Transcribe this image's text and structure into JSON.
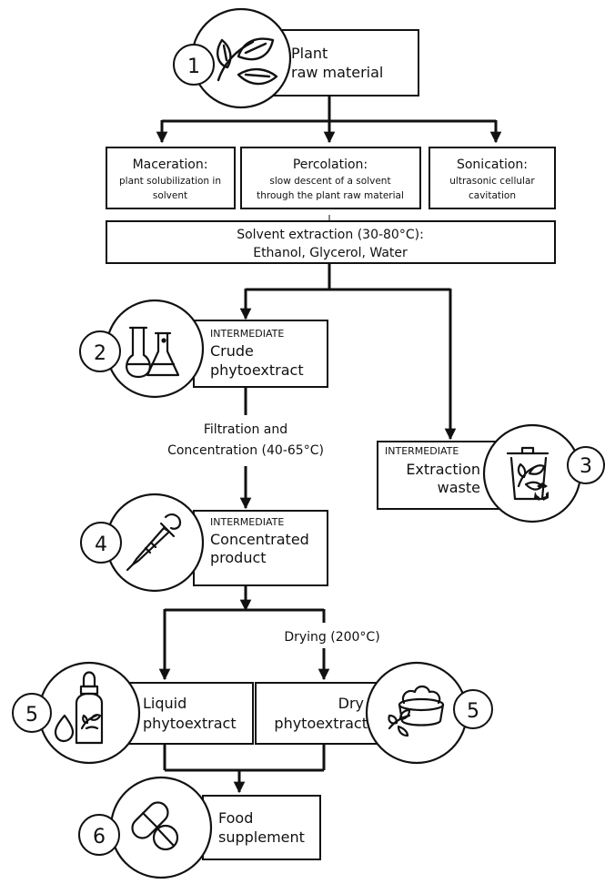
{
  "steps": {
    "plant": {
      "number": "1",
      "line1": "Plant",
      "line2": "raw material"
    },
    "maceration": {
      "title": "Maceration:",
      "line1": "plant solubilization in",
      "line2": "solvent"
    },
    "percolation": {
      "title": "Percolation:",
      "line1": "slow descent of a solvent",
      "line2": "through the plant raw material"
    },
    "sonication": {
      "title": "Sonication:",
      "line1": "ultrasonic cellular",
      "line2": "cavitation"
    },
    "solvent": {
      "line1": "Solvent extraction (30-80°C):",
      "line2": "Ethanol, Glycerol, Water"
    },
    "crude": {
      "number": "2",
      "tag": "INTERMEDIATE",
      "line1": "Crude",
      "line2": "phytoextract"
    },
    "filtration": {
      "line1": "Filtration and",
      "line2": "Concentration (40-65°C)"
    },
    "waste": {
      "number": "3",
      "tag": "INTERMEDIATE",
      "line1": "Extraction",
      "line2": "waste"
    },
    "concentrated": {
      "number": "4",
      "tag": "INTERMEDIATE",
      "line1": "Concentrated",
      "line2": "product"
    },
    "drying": {
      "label": "Drying (200°C)"
    },
    "liquid": {
      "number": "5",
      "line1": "Liquid",
      "line2": "phytoextract"
    },
    "dry": {
      "number": "5",
      "line1": "Dry",
      "line2": "phytoextract"
    },
    "supplement": {
      "number": "6",
      "line1": "Food",
      "line2": "supplement"
    }
  },
  "colors": {
    "stroke": "#111111",
    "background": "#ffffff"
  }
}
